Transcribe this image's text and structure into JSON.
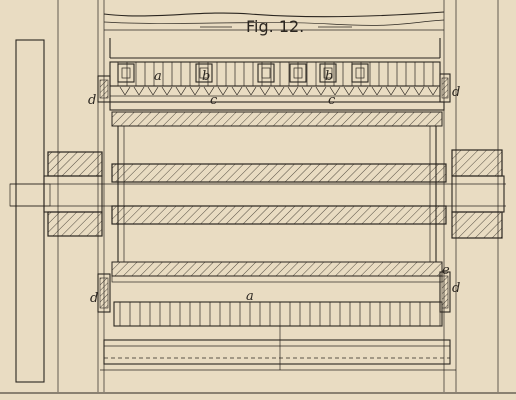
{
  "figure": {
    "title": "Fig. 12.",
    "labels": {
      "a_top": "a",
      "b_1": "b",
      "b_2": "b",
      "c_1": "c",
      "c_2": "c",
      "d_upper_left": "d",
      "d_upper_right": "d",
      "d_lower_left": "d",
      "d_lower_right": "d",
      "e_right": "e",
      "a_bottom": "a"
    }
  },
  "colors": {
    "paper": "#e9dcc2",
    "ink": "#2b2620"
  }
}
